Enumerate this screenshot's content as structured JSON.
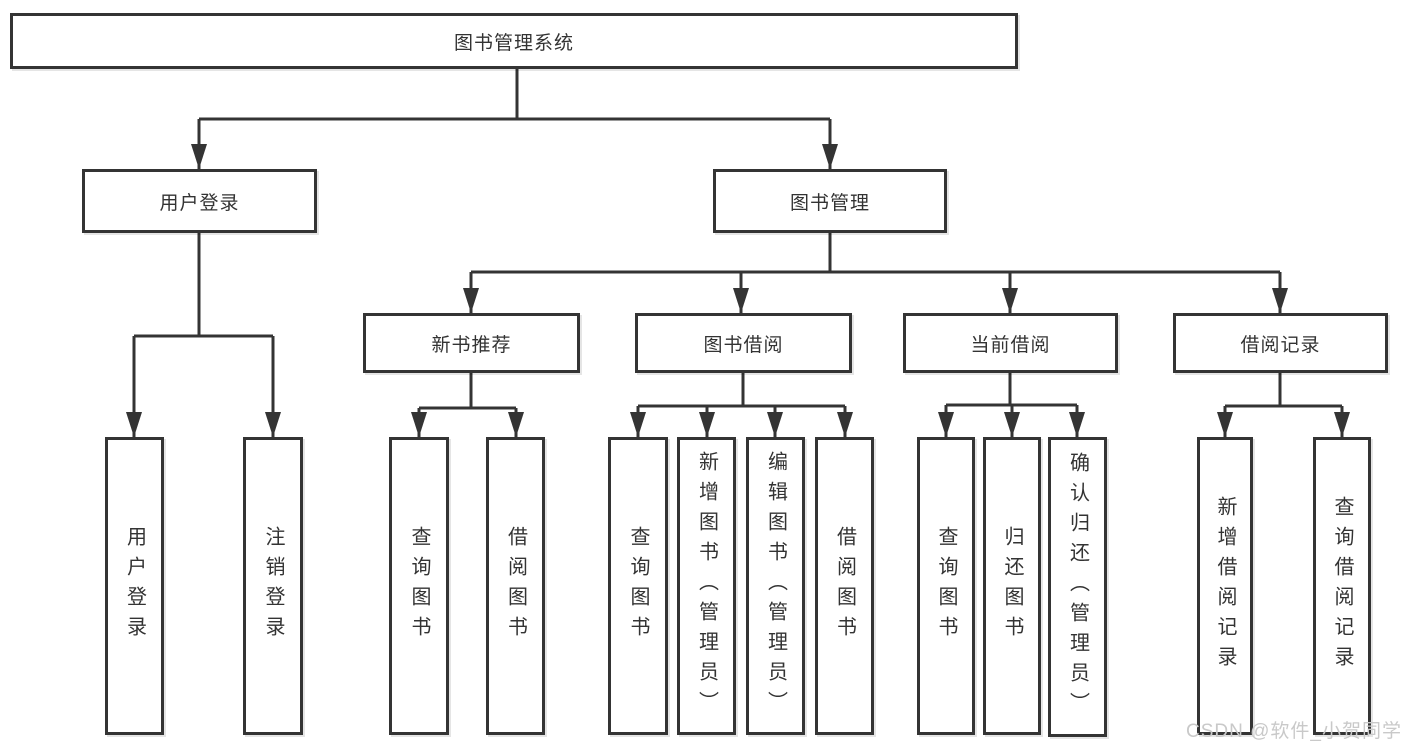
{
  "root": {
    "label": "图书管理系统"
  },
  "branches": [
    {
      "label": "用户登录",
      "children": [
        {
          "label": "用户登录"
        },
        {
          "label": "注销登录"
        }
      ]
    },
    {
      "label": "图书管理",
      "groups": [
        {
          "label": "新书推荐",
          "children": [
            {
              "label": "查询图书"
            },
            {
              "label": "借阅图书"
            }
          ]
        },
        {
          "label": "图书借阅",
          "children": [
            {
              "label": "查询图书"
            },
            {
              "label": "新增图书（管理员）"
            },
            {
              "label": "编辑图书（管理员）"
            },
            {
              "label": "借阅图书"
            }
          ]
        },
        {
          "label": "当前借阅",
          "children": [
            {
              "label": "查询图书"
            },
            {
              "label": "归还图书"
            },
            {
              "label": "确认归还（管理员）"
            }
          ]
        },
        {
          "label": "借阅记录",
          "children": [
            {
              "label": "新增借阅记录"
            },
            {
              "label": "查询借阅记录"
            }
          ]
        }
      ]
    }
  ],
  "watermark": "CSDN @软件_小贺同学",
  "colors": {
    "line": "#343434",
    "text": "#333333",
    "watermark": "#c9c9c9",
    "background": "#ffffff"
  }
}
